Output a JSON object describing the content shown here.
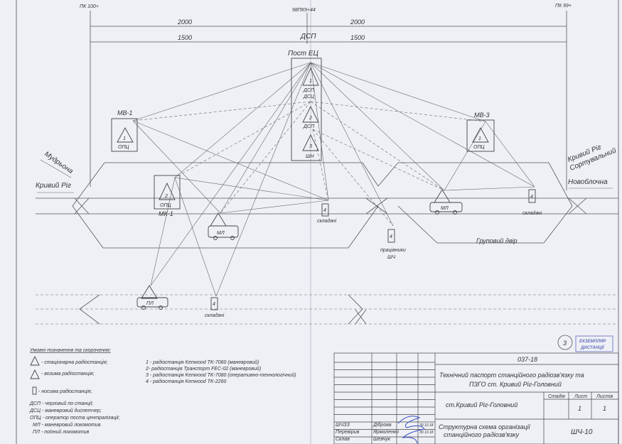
{
  "header": {
    "pk_left": "ПК 100+",
    "pk_center": "98ПК9+44",
    "pk_right": "ПК 99+",
    "dist_top_left": "2000",
    "dist_top_right": "2000",
    "dist_bottom_left": "1500",
    "dist_bottom_right": "1500",
    "dsp": "ДСП"
  },
  "post": {
    "title": "Пост ЕЦ",
    "units": [
      {
        "num": "1",
        "label1": "ДСП",
        "label2": "ДСЦ"
      },
      {
        "num": "2",
        "label1": "ДСП"
      },
      {
        "num": "3",
        "label1": "ШН"
      }
    ]
  },
  "stations": {
    "mv1": {
      "name": "МВ-1",
      "num": "1",
      "role": "ОПЦ"
    },
    "mk1": {
      "name": "МК-1",
      "num": "2",
      "role": "ОПЦ"
    },
    "mv3": {
      "name": "МВ-3",
      "num": "1",
      "role": "ОПЦ"
    }
  },
  "vehicles": {
    "ml": "МЛ",
    "pl": "ПЛ"
  },
  "portables": {
    "num": "4",
    "sklad": "складачі",
    "workers1": "працівники",
    "workers2": "ШЧ"
  },
  "directions": {
    "mudryona": "Мудрьона",
    "kryvyi_rih": "Кривий Ріг",
    "kryvyi_rih_sort1": "Кривий Ріг",
    "kryvyi_rih_sort2": "Сортувальний",
    "novoblochna": "Новоблочна",
    "freight_yard": "Груповий двір"
  },
  "legend": {
    "title": "Умовні позначення та скорочення:",
    "symbols": [
      "- стаціонарна радіостанція;",
      "- возима радіостанція;",
      "- носима радіостанція;"
    ],
    "radios": [
      "1 - радіостанція Kenwood TK-7060 (маневровий)",
      "2- радіостанція Транспорт FEC-02 (маневровий)",
      "3 - радіостанція Kenwood TK-7080 (оперативно-технологічний)",
      "4 - радіостанція Kenwood TK-2260"
    ],
    "abbr": [
      "ДСП - черговий по станції;",
      "ДСЦ - маневровий диспетчер;",
      "ОПЦ - оператор поста централізації;",
      "МЛ - маневровий локомотив.",
      "ПЛ - поїзний локомотив"
    ]
  },
  "title_block": {
    "code": "037-18",
    "title1": "Технічний паспорт станційного радіозв'язку та",
    "title2": "ПЗГО ст. Кривий Ріг-Головний",
    "station": "ст.Кривий Ріг-Головний",
    "stage_h": "Стадія",
    "sheet_h": "Лист",
    "sheets_h": "Листів",
    "sheet": "1",
    "sheets": "1",
    "roles": [
      {
        "role": "ШЧЗЗ",
        "name": "Діброва",
        "date": "30.10.18"
      },
      {
        "role": "Перевірив",
        "name": "Ярмоленко",
        "date": "30.10.18"
      },
      {
        "role": "Склав",
        "name": "Шевчук",
        "date": ""
      }
    ],
    "scheme": "Структурна схема організації",
    "scheme2": "станційного радіозв'язку",
    "doc": "ШЧ-10"
  },
  "stamp": {
    "circle_num": "3",
    "text1": "ЕКЗЕМПЛЯР",
    "text2": "ДИСТАНЦІЇ"
  }
}
